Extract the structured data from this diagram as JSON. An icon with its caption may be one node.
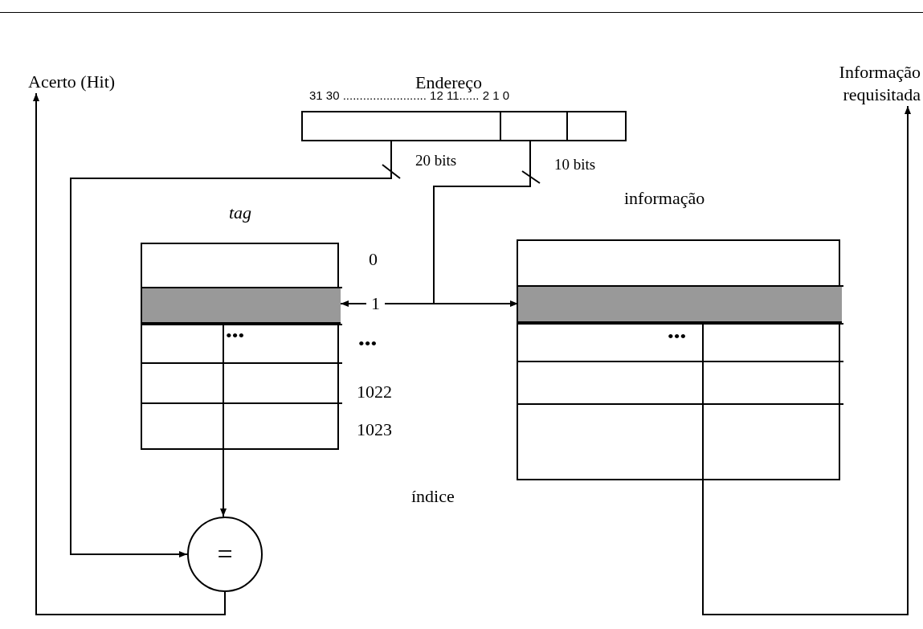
{
  "diagram": {
    "nodes": [
      {
        "text": [
          "Acerto (Hit)"
        ]
      },
      {
        "text": [
          "Informação requisitada"
        ]
      },
      {
        "text": [
          "Endereço"
        ]
      },
      {
        "text": [
          "tag",
          "•••"
        ]
      },
      {
        "text": [
          "informação",
          "•••"
        ]
      },
      {
        "text": [],
        "shape": "bar",
        "in": 3
      },
      {
        "text": [],
        "shape": "bar",
        "in": 4
      },
      {
        "text": [
          "="
        ]
      }
    ],
    "edges": [
      {
        "from": 2,
        "to": 7,
        "arrow": "to",
        "label": "20 bits"
      },
      {
        "from": 2,
        "to": 5,
        "arrow": "to",
        "label": "10 bits"
      },
      {
        "from": 2,
        "to": 6,
        "arrow": "to"
      },
      {
        "from": 5,
        "to": 7,
        "arrow": "to"
      },
      {
        "from": 7,
        "to": 0,
        "arrow": "to"
      },
      {
        "from": 6,
        "to": 1,
        "arrow": "to"
      }
    ],
    "labels": [
      "31 30 ......................... 12 11...... 2 1 0",
      "0",
      "1",
      "•••",
      "1022",
      "1023",
      "índice"
    ]
  }
}
